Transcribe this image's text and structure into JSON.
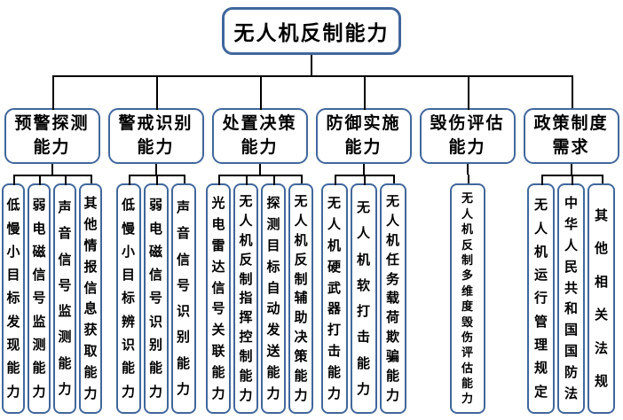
{
  "root": {
    "label": "无人机反制能力"
  },
  "groups": [
    {
      "label": "预警探测能力",
      "children": [
        "低慢小目标发现能力",
        "弱电磁信号监测能力",
        "声音信号监测能力",
        "其他情报信息获取能力"
      ]
    },
    {
      "label": "警戒识别能力",
      "children": [
        "低慢小目标辨识能力",
        "弱电磁信号识别能力",
        "声音信号识别能力"
      ]
    },
    {
      "label": "处置决策能力",
      "children": [
        "光电雷达信号关联能力",
        "无人机反制指挥控制能力",
        "探测目标自动发送能力",
        "无人机反制辅助决策能力"
      ]
    },
    {
      "label": "防御实施能力",
      "children": [
        "无人机硬武器打击能力",
        "无人机软打击能力",
        "无人机任务载荷欺骗能力"
      ]
    },
    {
      "label": "毁伤评估能力",
      "children": [
        "无人机反制多维度毁伤评估能力"
      ]
    },
    {
      "label": "政策制度需求",
      "children": [
        "无人机运行管理规定",
        "中华人民共和国国防法",
        "其他相关法规"
      ]
    }
  ],
  "colors": {
    "box_border": "#41679B",
    "connector": "#000000",
    "text": "#000000",
    "background": "#FFFFFF"
  }
}
